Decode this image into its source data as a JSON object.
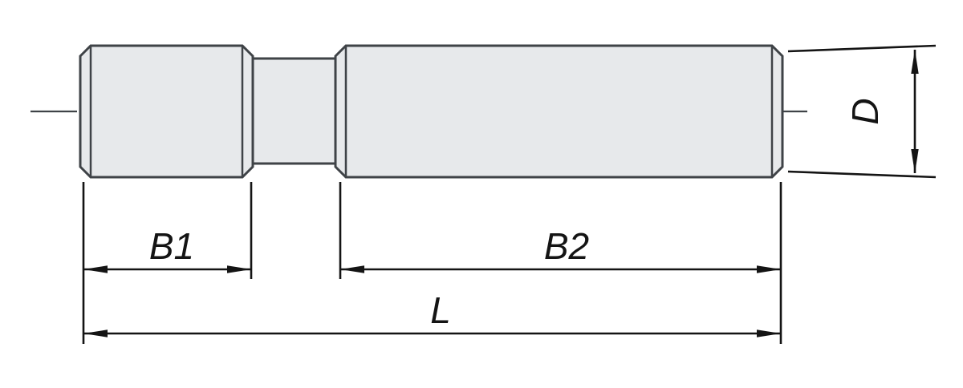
{
  "drawing": {
    "type": "technical-dimension-drawing",
    "part": "double-ended-stud",
    "labels": {
      "b1": "B1",
      "b2": "B2",
      "l": "L",
      "d": "D"
    },
    "colors": {
      "body_fill": "#e7e9eb",
      "body_outline": "#3f4347",
      "dimension_line": "#141414",
      "background": "#ffffff"
    }
  }
}
